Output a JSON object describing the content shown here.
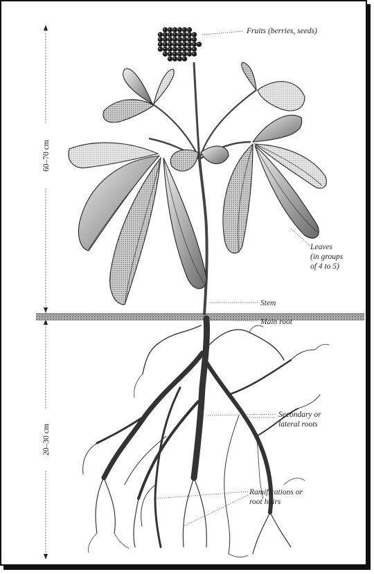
{
  "labels": {
    "fruits": "Fruits (berries, seeds)",
    "leaves_line1": "Leaves",
    "leaves_line2": "(in groups",
    "leaves_line3": "of 4 to 5)",
    "stem": "Stem",
    "main_root": "Main root",
    "secondary_line1": "Secondary or",
    "secondary_line2": "lateral roots",
    "ramifications_line1": "Ramifications or",
    "ramifications_line2": "root hairs"
  },
  "measurements": {
    "above_ground": "60–70 cm",
    "below_ground": "20–30 cm"
  },
  "colors": {
    "ink": "#222222",
    "leaf_dark": "#6f6f6f",
    "leaf_light": "#cfcfcf",
    "berry": "#1a1a1a",
    "soil": "#9a9a9a"
  }
}
